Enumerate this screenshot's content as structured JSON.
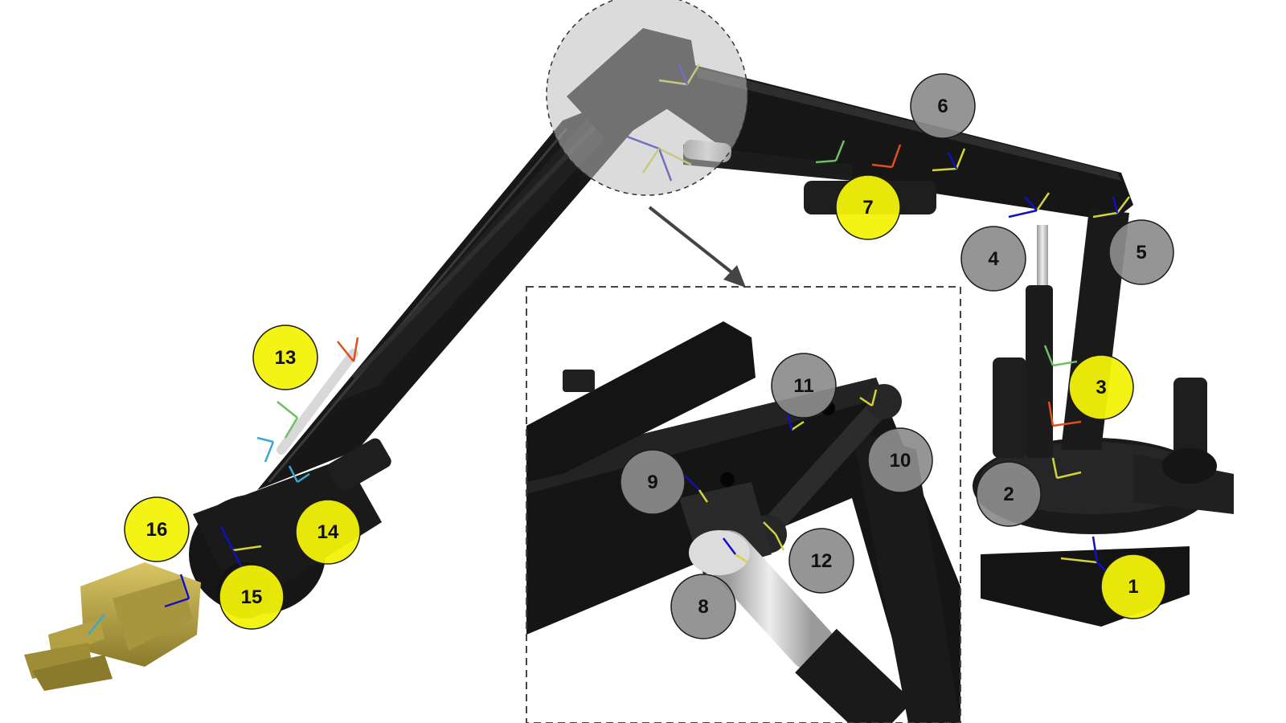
{
  "colors": {
    "background": "#ffffff",
    "arm_body": "#1b1b1b",
    "arm_shadow": "#0d0d0d",
    "arm_highlight": "#3a3a3a",
    "piston_rod": "#cfcfcf",
    "gripper": "#b9a445",
    "label_active": "#f2f20a",
    "label_passive": "#8c8c8c",
    "label_border": "#1a1a1a",
    "magnifier_fill": "#bdbdbd",
    "frame_dash": "#444444",
    "axis_blue": "#1010c0",
    "axis_yellow": "#d4d43a",
    "axis_green": "#6cc060",
    "axis_orange": "#e0501c",
    "axis_cyan": "#3aa8d0"
  },
  "joints": [
    {
      "id": "1",
      "text": "1",
      "kind": "active"
    },
    {
      "id": "2",
      "text": "2",
      "kind": "passive"
    },
    {
      "id": "3",
      "text": "3",
      "kind": "active"
    },
    {
      "id": "4",
      "text": "4",
      "kind": "passive"
    },
    {
      "id": "5",
      "text": "5",
      "kind": "passive"
    },
    {
      "id": "6",
      "text": "6",
      "kind": "passive"
    },
    {
      "id": "7",
      "text": "7",
      "kind": "active"
    },
    {
      "id": "8",
      "text": "8",
      "kind": "passive"
    },
    {
      "id": "9",
      "text": "9",
      "kind": "passive"
    },
    {
      "id": "10",
      "text": "10",
      "kind": "passive"
    },
    {
      "id": "11",
      "text": "11",
      "kind": "passive"
    },
    {
      "id": "12",
      "text": "12",
      "kind": "passive"
    },
    {
      "id": "13",
      "text": "13",
      "kind": "active"
    },
    {
      "id": "14",
      "text": "14",
      "kind": "active"
    },
    {
      "id": "15",
      "text": "15",
      "kind": "active"
    },
    {
      "id": "16",
      "text": "16",
      "kind": "active"
    }
  ]
}
